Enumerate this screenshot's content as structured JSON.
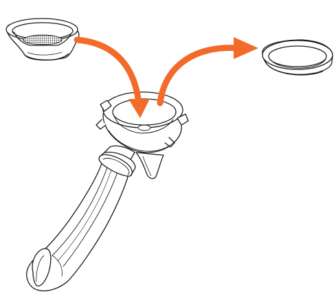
{
  "diagram": {
    "kind": "line-illustration",
    "components": [
      {
        "id": "filter-basket",
        "icon": "filter-basket-icon"
      },
      {
        "id": "portafilter",
        "icon": "portafilter-icon"
      },
      {
        "id": "gasket-ring",
        "icon": "gasket-ring-icon"
      }
    ],
    "steps": [
      {
        "from": "filter-basket",
        "to": "portafilter",
        "icon": "arrow-insert-icon"
      },
      {
        "from": "portafilter",
        "to": "gasket-ring",
        "icon": "arrow-remove-icon"
      }
    ]
  },
  "colors": {
    "arrow": "#f26b2a",
    "line": "#1a1a1a",
    "fill": "#ffffff",
    "shade": "#e9e9e9",
    "mesh": "#333333"
  }
}
